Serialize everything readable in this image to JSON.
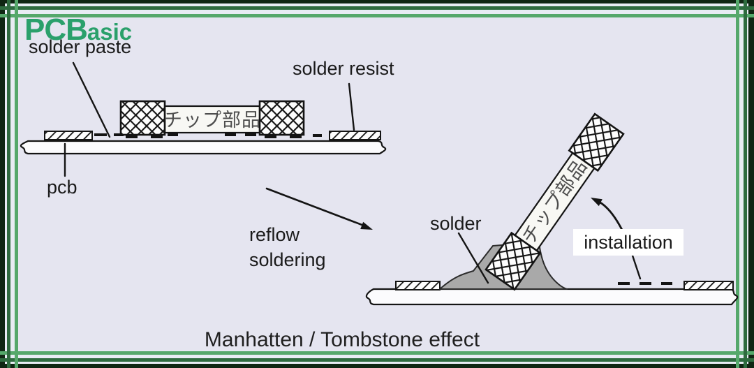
{
  "logo": {
    "prefix": "PCB",
    "suffix": "asic"
  },
  "labels": {
    "solder_paste": "solder paste",
    "solder_resist": "solder resist",
    "pcb": "pcb",
    "reflow_soldering": "reflow\nsoldering",
    "solder": "solder",
    "installation": "installation",
    "chip_marking": "チップ部品",
    "title": "Manhatten / Tombstone effect"
  },
  "colors": {
    "frame_dark": "#0f2613",
    "frame_green_dark": "#2e6b3f",
    "frame_green_light": "#55a86b",
    "frame_gap": "#e8ecf4",
    "canvas_bg": "#e5e5f0",
    "ink": "#141414",
    "logo_green": "#2aa06b",
    "solder_gray": "#a9a9a9",
    "chip_body_fill": "#f8f8f4",
    "board_fill": "#fbfbfd"
  }
}
